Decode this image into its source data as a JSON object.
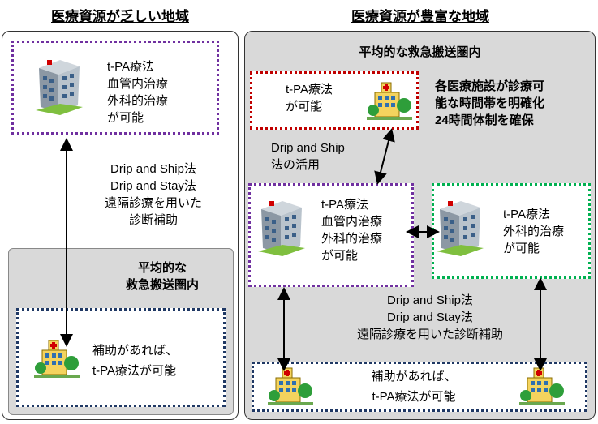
{
  "left": {
    "title": "医療資源が乏しい地域",
    "top_box": {
      "lines": [
        "t-PA療法",
        "血管内治療",
        "外科的治療",
        "が可能"
      ],
      "border_color": "#7030a0"
    },
    "link_text": [
      "Drip and Ship法",
      "Drip and Stay法",
      "遠隔診療を用いた",
      "診断補助"
    ],
    "gray_area": {
      "label_lines": [
        "平均的な",
        "救急搬送圏内"
      ],
      "fill": "#d9d9d9"
    },
    "bottom_box": {
      "lines": [
        "補助があれば、",
        "t-PA療法が可能"
      ],
      "border_color": "#1f3864"
    }
  },
  "right": {
    "title": "医療資源が豊富な地域",
    "gray_label": "平均的な救急搬送圏内",
    "red_box": {
      "lines": [
        "t-PA療法",
        "が可能"
      ],
      "border_color": "#c00000"
    },
    "note_lines": [
      "各医療施設が診療可",
      "能な時間帯を明確化",
      "24時間体制を確保"
    ],
    "drip_lines": [
      "Drip and Ship",
      "法の活用"
    ],
    "purple_box": {
      "lines": [
        "t-PA療法",
        "血管内治療",
        "外科的治療",
        "が可能"
      ],
      "border_color": "#7030a0"
    },
    "green_box": {
      "lines": [
        "t-PA療法",
        "外科的治療",
        "が可能"
      ],
      "border_color": "#00b050"
    },
    "link_text": [
      "Drip and Ship法",
      "Drip and Stay法",
      "遠隔診療を用いた診断補助"
    ],
    "bottom_box": {
      "lines": [
        "補助があれば、",
        "t-PA療法が可能"
      ],
      "border_color": "#1f3864"
    }
  },
  "icons": {
    "big_hospital": "hospital-building-icon",
    "small_hospital": "clinic-icon"
  }
}
